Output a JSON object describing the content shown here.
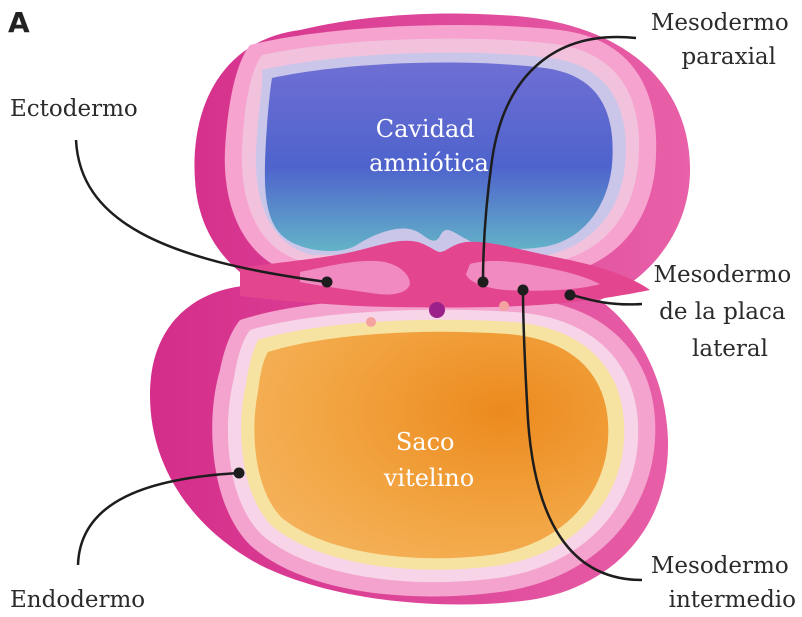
{
  "panel_letter": "A",
  "labels": {
    "ectodermo": "Ectodermo",
    "endodermo": "Endodermo",
    "paraxial": [
      "Mesodermo",
      "paraxial"
    ],
    "placa_lateral": [
      "Mesodermo",
      "de la placa",
      "lateral"
    ],
    "intermedio": [
      "Mesodermo",
      "intermedio"
    ]
  },
  "cavities": {
    "amniotic": [
      "Cavidad",
      "amniótica"
    ],
    "yolk": [
      "Saco",
      "vitelino"
    ]
  }
}
